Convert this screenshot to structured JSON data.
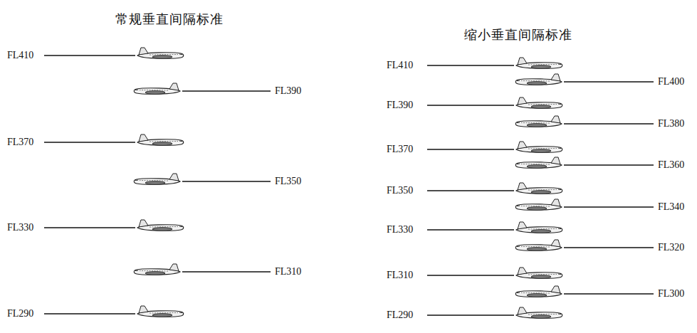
{
  "diagram": {
    "labels": [
      "常规垂直间隔标准",
      "缩小垂直间隔标准",
      "FL410",
      "FL390",
      "FL370",
      "FL350",
      "FL330",
      "FL310",
      "FL290",
      "FL410",
      "FL400",
      "FL390",
      "FL380",
      "FL370",
      "FL360",
      "FL350",
      "FL340",
      "FL330",
      "FL320",
      "FL310",
      "FL300",
      "FL290"
    ]
  }
}
